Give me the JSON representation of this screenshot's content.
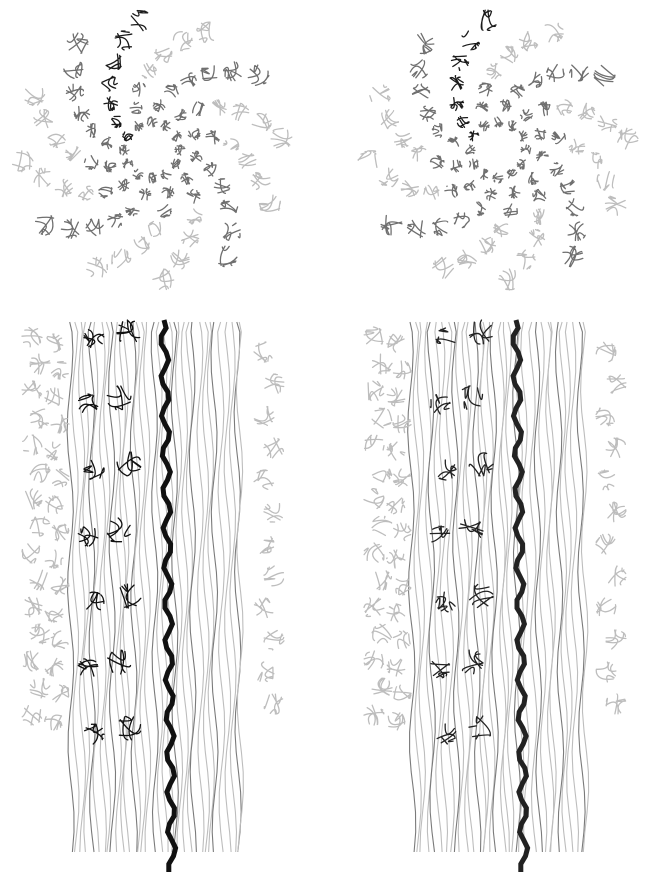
{
  "figure": {
    "panels": [
      {
        "id": "top-left",
        "view": "top",
        "arms": 12,
        "highlight_color": "#1a1a1a",
        "light_color": "#bdbdbd",
        "mid_color": "#6f6f6f"
      },
      {
        "id": "top-right",
        "view": "top",
        "arms": 12,
        "highlight_color": "#1a1a1a",
        "light_color": "#bdbdbd",
        "mid_color": "#6f6f6f"
      },
      {
        "id": "bottom-left",
        "view": "side",
        "highlight_color": "#111111",
        "light_color": "#bdbdbd",
        "mid_color": "#7a7a7a"
      },
      {
        "id": "bottom-right",
        "view": "side",
        "highlight_color": "#222222",
        "light_color": "#bdbdbd",
        "mid_color": "#7a7a7a"
      }
    ]
  }
}
